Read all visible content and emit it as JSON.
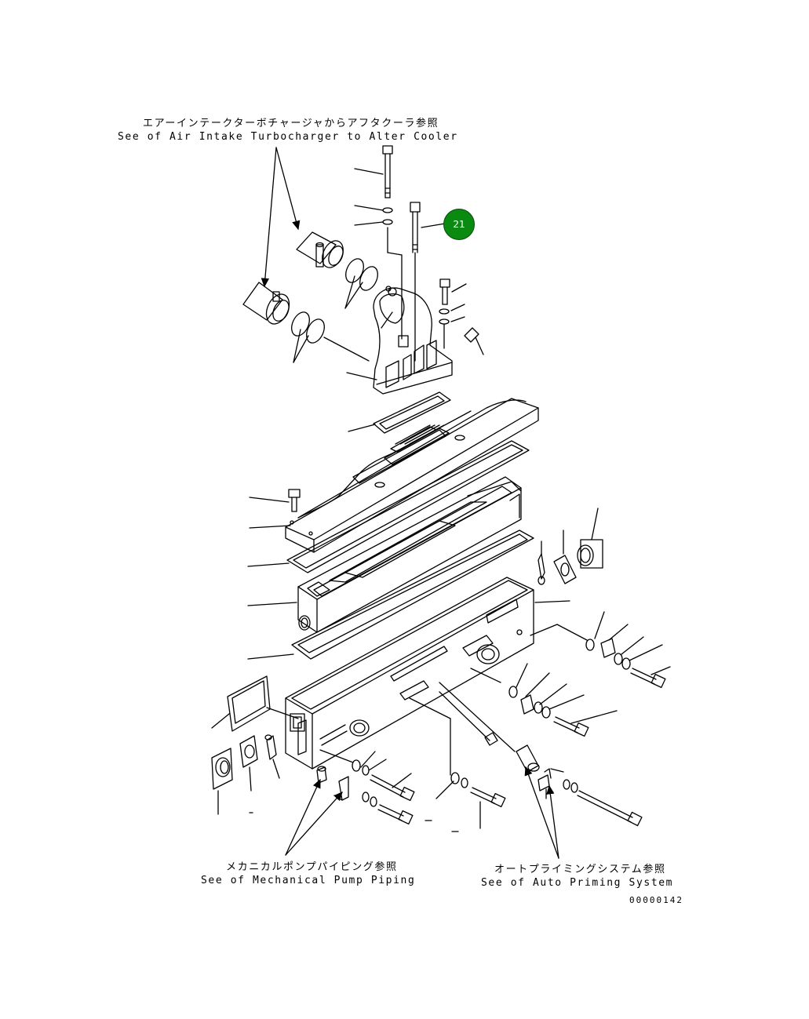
{
  "references": {
    "air_intake": {
      "jp": "エアーインテークターボチャージャからアフタクーラ参照",
      "en": "See of Air Intake Turbocharger to Alter Cooler"
    },
    "mechanical_pump": {
      "jp": "メカニカルポンプパイピング参照",
      "en": "See of Mechanical Pump Piping"
    },
    "auto_priming": {
      "jp": "オートプライミングシステム参照",
      "en": "See of Auto Priming System"
    }
  },
  "callout": {
    "label": "21",
    "color": "#0b8a12"
  },
  "drawing_number": "00000142"
}
